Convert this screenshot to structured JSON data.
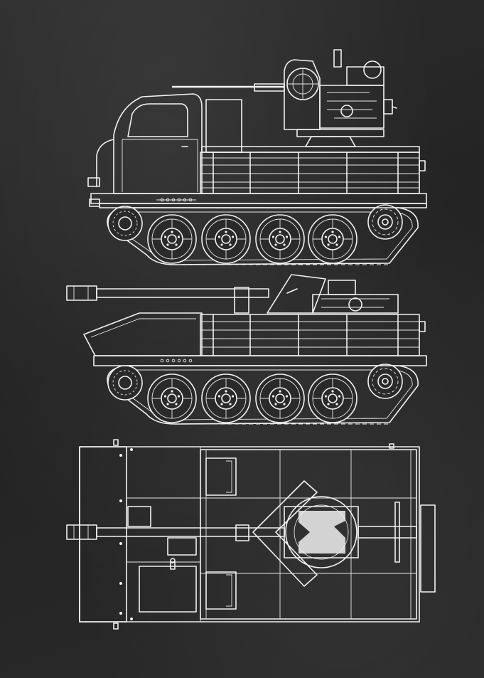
{
  "drawing": {
    "line_color": "#f2f2f2",
    "board_color": "#262626",
    "views": [
      "side-view-flak",
      "side-view-gun",
      "top-view-gun"
    ]
  }
}
